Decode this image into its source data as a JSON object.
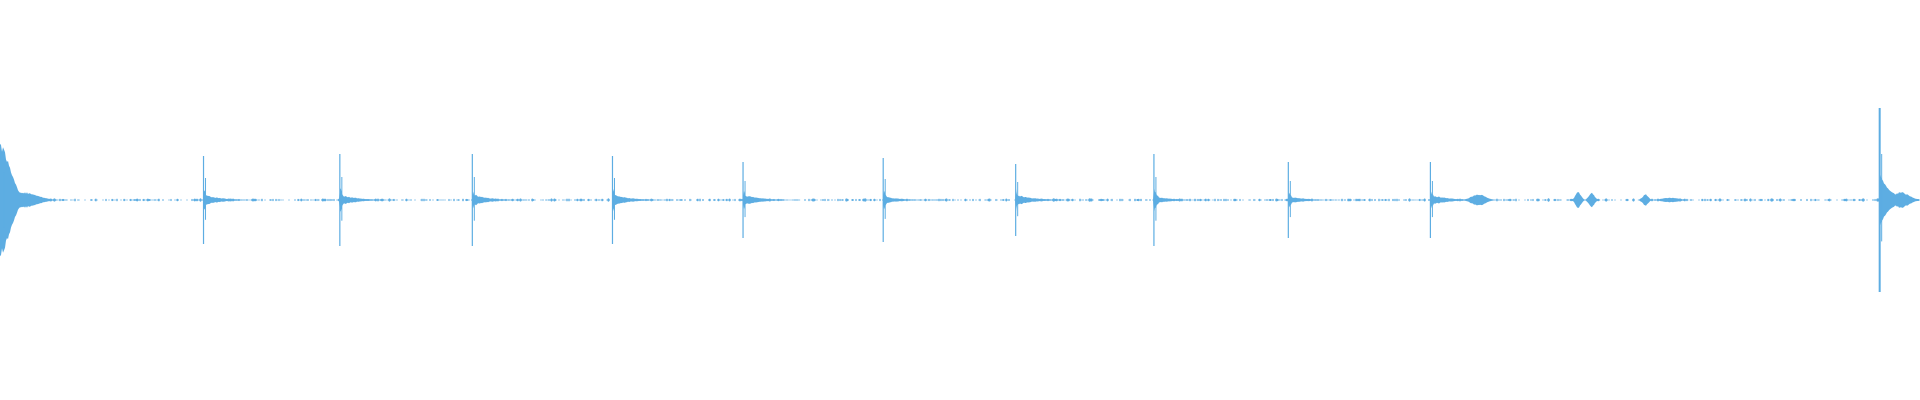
{
  "waveform": {
    "color": "#5DADE2",
    "background": "#FFFFFF",
    "transients": [
      {
        "time": 0.0,
        "peak": 0.31,
        "decay": 0.42,
        "body": 0.1,
        "skew": 0.0
      },
      {
        "time": 0.106,
        "peak": 0.22,
        "decay": 0.16,
        "body": 0.03,
        "skew": 0.0
      },
      {
        "time": 0.177,
        "peak": 0.23,
        "decay": 0.15,
        "body": 0.03,
        "skew": 0.0
      },
      {
        "time": 0.246,
        "peak": 0.23,
        "decay": 0.16,
        "body": 0.03,
        "skew": 0.0
      },
      {
        "time": 0.319,
        "peak": 0.22,
        "decay": 0.15,
        "body": 0.03,
        "skew": 0.0
      },
      {
        "time": 0.387,
        "peak": 0.19,
        "decay": 0.14,
        "body": 0.03,
        "skew": 0.0
      },
      {
        "time": 0.46,
        "peak": 0.21,
        "decay": 0.14,
        "body": 0.02,
        "skew": 0.0
      },
      {
        "time": 0.529,
        "peak": 0.18,
        "decay": 0.14,
        "body": 0.03,
        "skew": 0.0
      },
      {
        "time": 0.601,
        "peak": 0.23,
        "decay": 0.14,
        "body": 0.02,
        "skew": 0.0
      },
      {
        "time": 0.671,
        "peak": 0.19,
        "decay": 0.12,
        "body": 0.02,
        "skew": 0.0
      },
      {
        "time": 0.745,
        "peak": 0.19,
        "decay": 0.14,
        "body": 0.03,
        "skew": 0.0
      },
      {
        "time": 0.979,
        "peak": 0.46,
        "decay": 0.3,
        "body": 0.06,
        "skew": 0.0
      }
    ],
    "blobs": [
      {
        "time": 0.012,
        "amp": 0.04,
        "width": 0.01
      },
      {
        "time": 0.77,
        "amp": 0.03,
        "width": 0.005
      },
      {
        "time": 0.822,
        "amp": 0.042,
        "width": 0.002
      },
      {
        "time": 0.829,
        "amp": 0.038,
        "width": 0.002
      },
      {
        "time": 0.857,
        "amp": 0.03,
        "width": 0.002
      },
      {
        "time": 0.87,
        "amp": 0.012,
        "width": 0.006
      },
      {
        "time": 0.99,
        "amp": 0.04,
        "width": 0.006
      }
    ],
    "noise_floor": 0.007
  }
}
